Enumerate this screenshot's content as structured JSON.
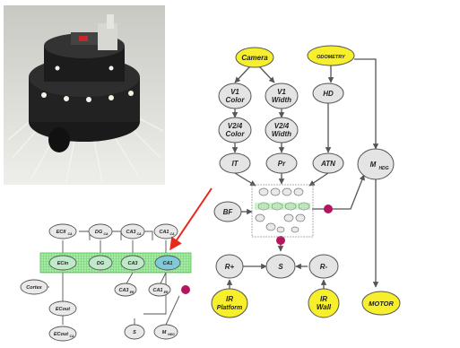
{
  "colors": {
    "yellow": "#f7ef2b",
    "gray": "#e4e4e4",
    "green": "#7fd97f",
    "magenta": "#b5145f",
    "red_arrow": "#e8281c",
    "line": "#555555"
  },
  "main_diagram": {
    "camera": "Camera",
    "odometry": "ODOMETRY",
    "v1_color": [
      "V1",
      "Color"
    ],
    "v1_width": [
      "V1",
      "Width"
    ],
    "hd": "HD",
    "v24_color": [
      "V2/4",
      "Color"
    ],
    "v24_width": [
      "V2/4",
      "Width"
    ],
    "it": "IT",
    "pr": "Pr",
    "atn": "ATN",
    "mhdg": "M",
    "mhdg_sub": "HDG",
    "bf": "BF",
    "s": "S",
    "rplus": "R+",
    "rminus": "R-",
    "ir_platform": [
      "IR",
      "Platform"
    ],
    "ir_wall": [
      "IR",
      "Wall"
    ],
    "motor": "MOTOR"
  },
  "hippo_diagram": {
    "ecii": "ECII",
    "ecii_sub": "CA",
    "dg": "DG",
    "dg_sub": "CA",
    "ca3_top": "CA3",
    "ca3_top_sub": "CA",
    "ca1_top": "CA1",
    "ca1_top_sub": "CA",
    "ec_in": "ECin",
    "dg_mid": "DG",
    "ca3_mid": "CA3",
    "ca1_mid": "CA1",
    "cortex": "Cortex",
    "ecout": "ECout",
    "ca3_bot": "CA3",
    "ca3_bot_sub": "ER",
    "ca1_bot": "CA1",
    "ca1_bot_sub": "ER",
    "ecout_bot": "ECout",
    "ecout_bot_sub": "CA",
    "s": "S",
    "mhdg": "M",
    "mhdg_sub": "HDG"
  }
}
